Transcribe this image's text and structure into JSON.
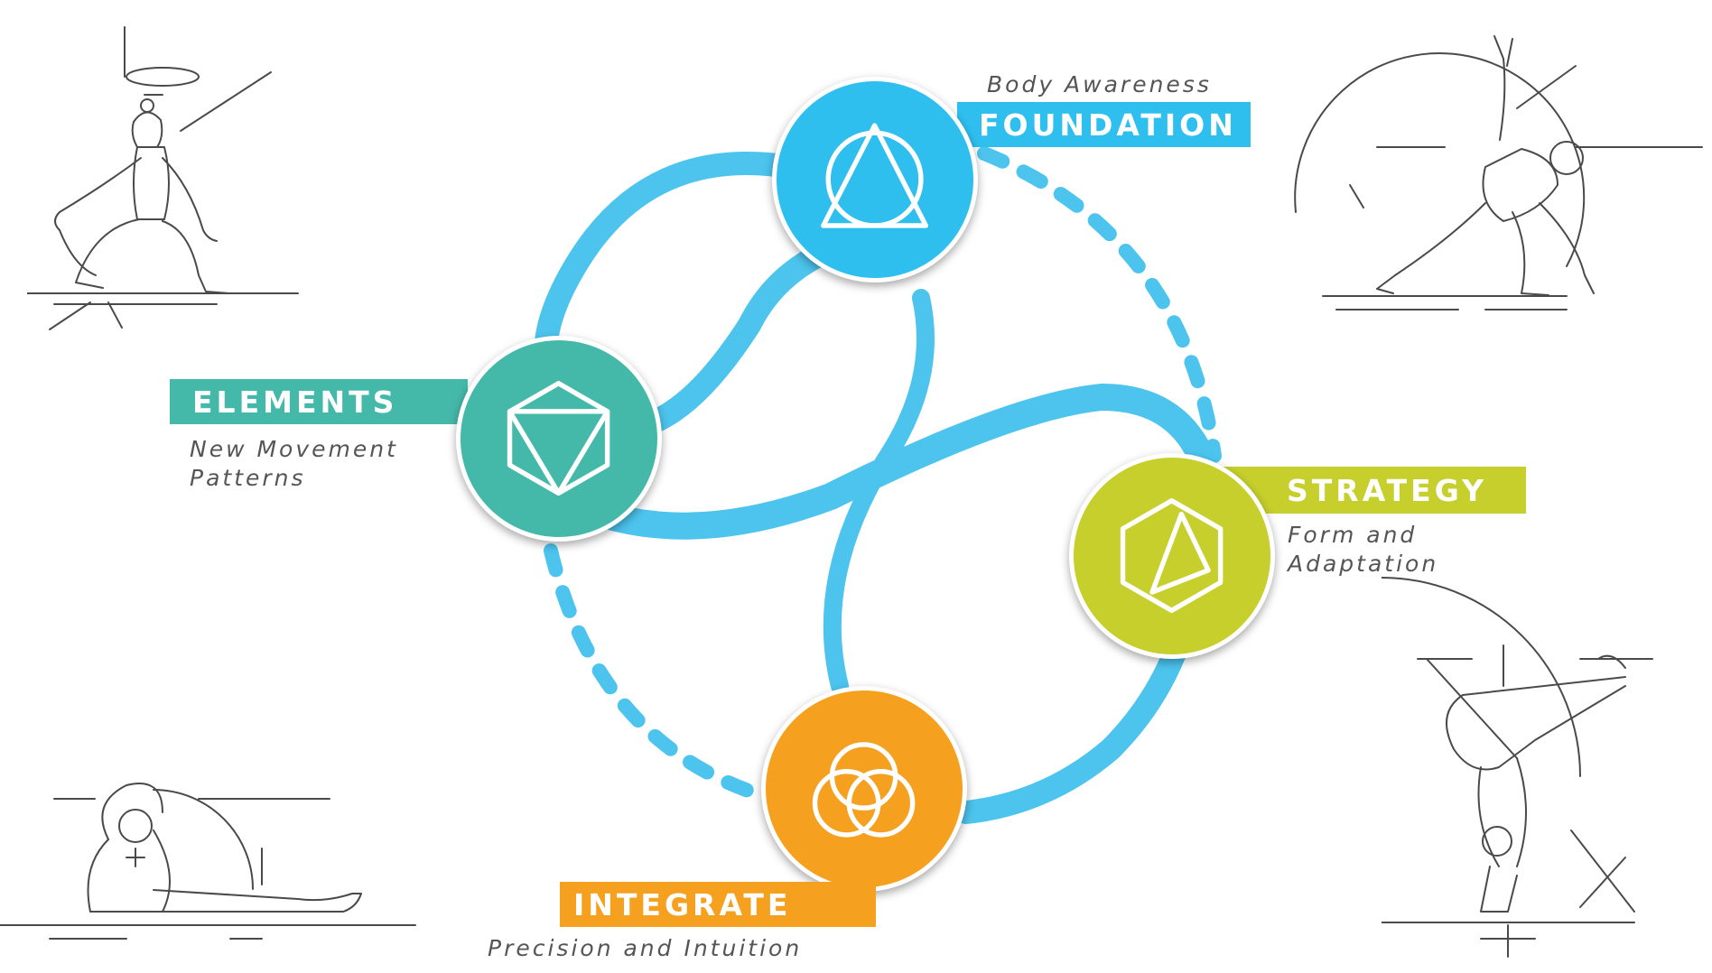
{
  "colors": {
    "brush": "#4cc4ee",
    "foundation": "#2ebfef",
    "elements": "#45b9a9",
    "strategy": "#c6cf2b",
    "integrate": "#f5a01e",
    "line_art": "#4a4a4a"
  },
  "nodes": {
    "foundation": {
      "title": "FOUNDATION",
      "subtitle": "Body Awareness",
      "icon": "circle-triangle-icon"
    },
    "elements": {
      "title": "ELEMENTS",
      "subtitle_line1": "New Movement",
      "subtitle_line2": "Patterns",
      "icon": "hexagon-triangle-icon"
    },
    "strategy": {
      "title": "STRATEGY",
      "subtitle_line1": "Form and",
      "subtitle_line2": "Adaptation",
      "icon": "hexagon-inner-triangle-icon"
    },
    "integrate": {
      "title": "INTEGRATE",
      "subtitle": "Precision and Intuition",
      "icon": "triquetra-icon"
    }
  },
  "illustrations": [
    "lunge-quad-stretch-figure",
    "extended-side-angle-figure",
    "seated-side-bend-figure",
    "forearm-stand-split-figure"
  ]
}
